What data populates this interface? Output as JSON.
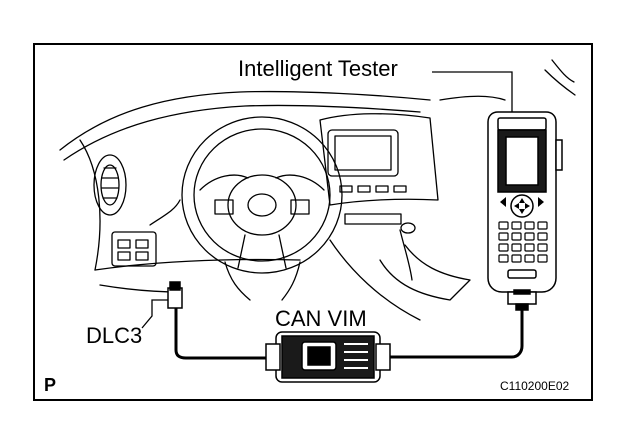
{
  "labels": {
    "intelligent_tester": "Intelligent Tester",
    "can_vim": "CAN VIM",
    "dlc3": "DLC3",
    "page_marker": "P",
    "figure_code": "C110200E02"
  }
}
